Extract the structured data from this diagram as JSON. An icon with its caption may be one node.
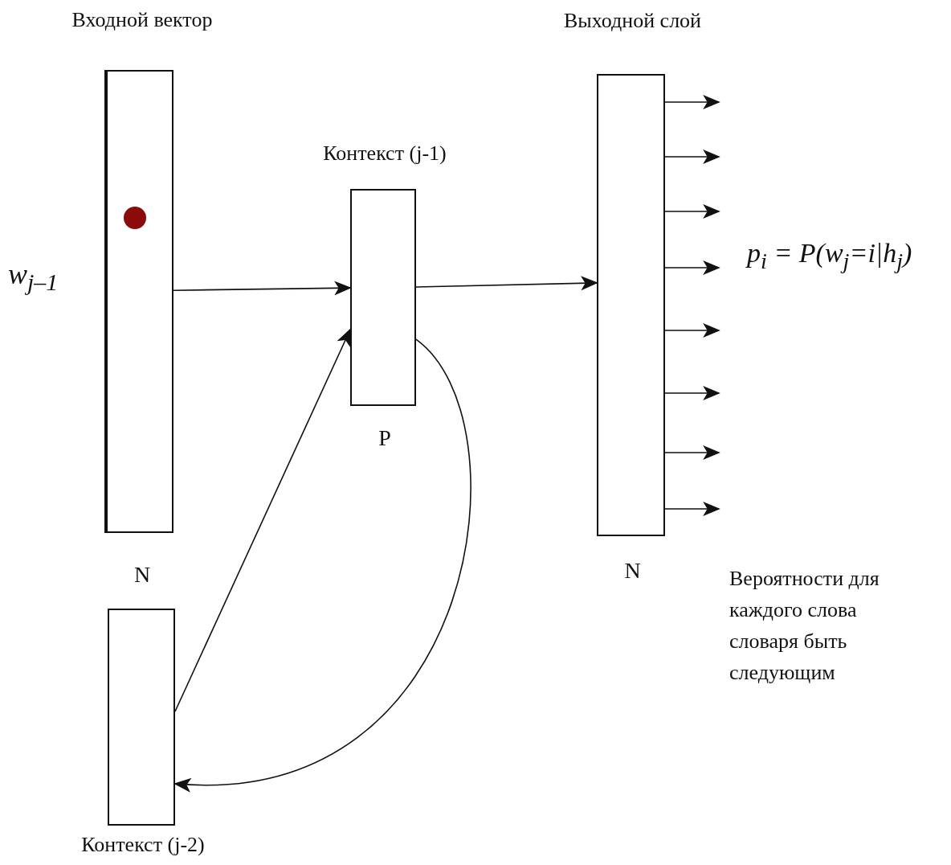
{
  "diagram": {
    "nodes": [
      {
        "text": [
          "Входной вектор"
        ],
        "beside": [
          "N"
        ]
      },
      {
        "text": [
          "Контекст (j-1)"
        ],
        "beside": [
          "P"
        ]
      },
      {
        "text": [
          "Выходной слой"
        ],
        "beside": [
          "N"
        ]
      },
      {
        "text": [
          "Контекст (j-2)"
        ]
      }
    ],
    "edges": [
      {
        "from": 0,
        "to": 1,
        "arrow": "to"
      },
      {
        "from": 1,
        "to": 2,
        "arrow": "to"
      },
      {
        "from": 3,
        "to": 1,
        "arrow": "to"
      },
      {
        "from": 1,
        "to": 3,
        "arrow": "to"
      },
      {
        "from": 2,
        "to": null,
        "arrow": "to"
      },
      {
        "from": 2,
        "to": null,
        "arrow": "to"
      },
      {
        "from": 2,
        "to": null,
        "arrow": "to"
      },
      {
        "from": 2,
        "to": null,
        "arrow": "to"
      },
      {
        "from": 2,
        "to": null,
        "arrow": "to"
      },
      {
        "from": 2,
        "to": null,
        "arrow": "to"
      },
      {
        "from": 2,
        "to": null,
        "arrow": "to"
      },
      {
        "from": 2,
        "to": null,
        "arrow": "to"
      }
    ],
    "labels": [
      "w$_{j–1}$",
      "p$_{i}$ = P(w$_{j}$=i|h$_{j}$)",
      "Вероятности для каждого слова словаря быть следующим"
    ]
  }
}
